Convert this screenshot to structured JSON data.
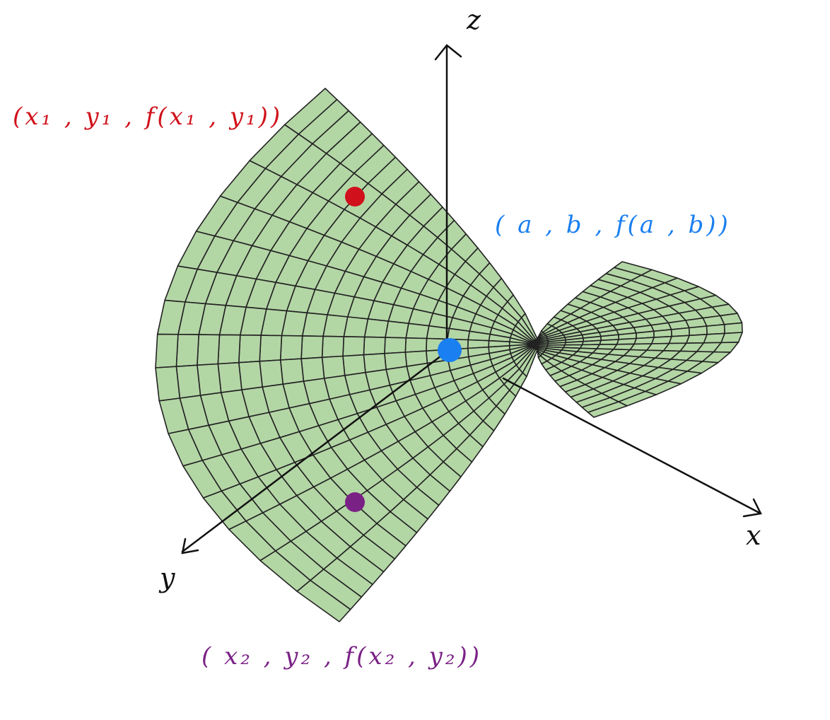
{
  "axes": {
    "x": "x",
    "y": "y",
    "z": "z"
  },
  "points": [
    {
      "id": "red",
      "label": "(x₁ , y₁ , f(x₁ , y₁))",
      "color": "#d0101a"
    },
    {
      "id": "blue",
      "label": "( a , b , f(a , b))",
      "color": "#1a7ff0"
    },
    {
      "id": "purple",
      "label": "( x₂ , y₂ , f(x₂ , y₂))",
      "color": "#7a2186"
    }
  ],
  "surface": {
    "fill": "#b3d6a5",
    "stroke": "#222222"
  }
}
